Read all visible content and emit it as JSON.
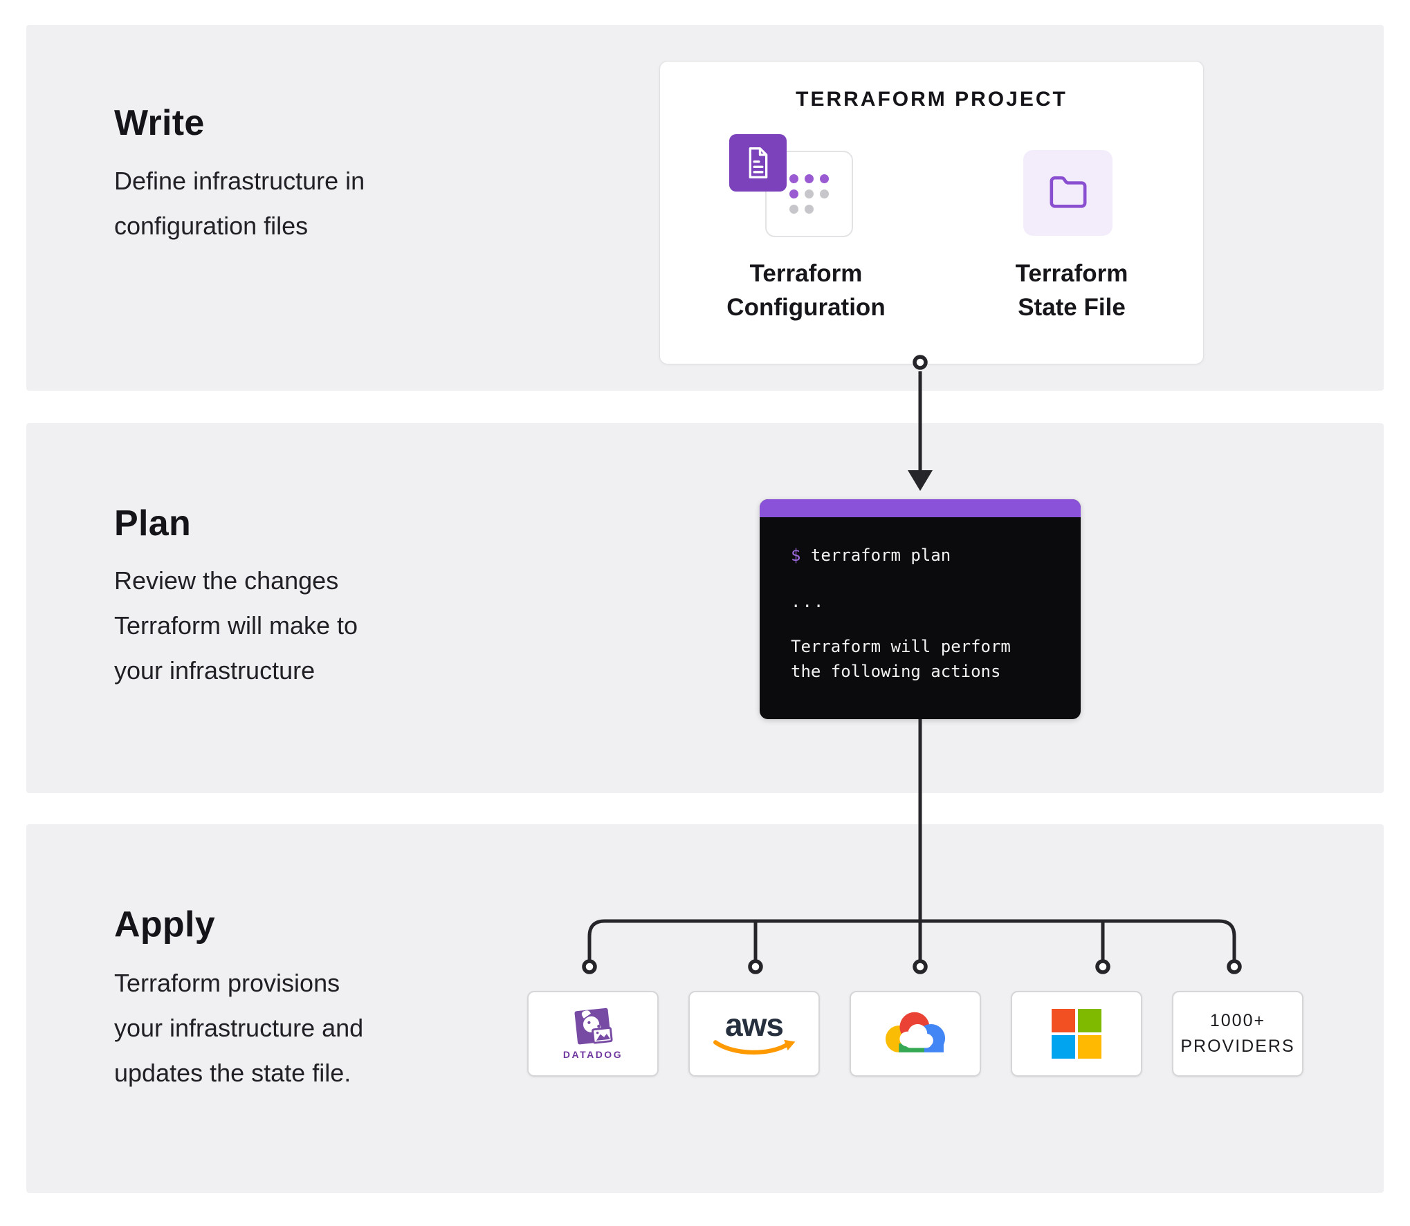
{
  "sections": [
    {
      "heading": "Write",
      "lines": [
        "Define infrastructure in",
        "configuration files"
      ]
    },
    {
      "heading": "Plan",
      "lines": [
        "Review the changes",
        "Terraform will make to",
        "your infrastructure"
      ]
    },
    {
      "heading": "Apply",
      "lines": [
        "Terraform provisions",
        "your infrastructure and",
        "updates the state file."
      ]
    }
  ],
  "project_card": {
    "title": "TERRAFORM PROJECT",
    "configuration_label_lines": [
      "Terraform",
      "Configuration"
    ],
    "state_file_label_lines": [
      "Terraform",
      "State File"
    ]
  },
  "terminal": {
    "prompt": "$",
    "command": "terraform plan",
    "ellipsis": "...",
    "output_lines": [
      "Terraform will perform",
      "the following actions"
    ]
  },
  "providers": [
    {
      "name": "Datadog",
      "wordmark": "DATADOG"
    },
    {
      "name": "AWS",
      "wordmark": "aws"
    },
    {
      "name": "Google Cloud"
    },
    {
      "name": "Microsoft"
    },
    {
      "name": "1000+ Providers",
      "lines": [
        "1000+",
        "PROVIDERS"
      ]
    }
  ],
  "colors": {
    "section_bg": "#f0f0f2",
    "terraform_purple": "#7b42bc",
    "terminal_titlebar_purple": "#8a52d8",
    "terminal_bg": "#0b0b0d",
    "state_file_tile_bg": "#f3ecfb",
    "folder_purple": "#8a4fd0",
    "connector_dark": "#26262a",
    "datadog_purple": "#774aa4",
    "aws_navy": "#252f3e",
    "aws_orange": "#ff9900",
    "google_blue": "#4285f4",
    "google_red": "#ea4335",
    "google_yellow": "#fbbc05",
    "google_green": "#34a853",
    "ms_red": "#f25022",
    "ms_green": "#7fba00",
    "ms_blue": "#00a4ef",
    "ms_yellow": "#ffb900"
  }
}
